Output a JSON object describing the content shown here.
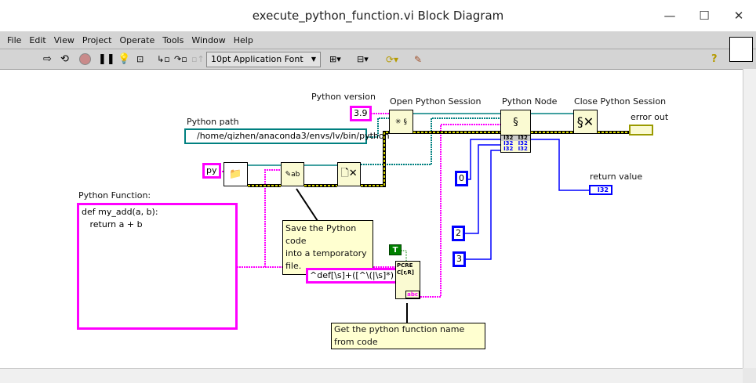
{
  "window": {
    "title": "execute_python_function.vi Block Diagram",
    "controls": [
      "—",
      "☐",
      "✕"
    ]
  },
  "menu": [
    "File",
    "Edit",
    "View",
    "Project",
    "Operate",
    "Tools",
    "Window",
    "Help"
  ],
  "toolbar": {
    "font": "10pt Application Font",
    "help": "?",
    "icons": [
      "run-arrow",
      "run-continuously",
      "abort",
      "pause",
      "highlight-execution",
      "retain-wire-values",
      "step-into",
      "step-over",
      "step-out",
      "align",
      "distribute",
      "reorder",
      "cleanup"
    ]
  },
  "diagram": {
    "python_version": {
      "label": "Python version",
      "value": "3.9"
    },
    "python_path": {
      "label": "Python path",
      "value": "/home/qizhen/anaconda3/envs/lv/bin/python"
    },
    "open_session": {
      "label": "Open Python Session"
    },
    "python_node": {
      "label": "Python Node",
      "types": [
        "I32",
        "I32",
        "I32",
        "I32",
        "I32",
        "I32"
      ]
    },
    "close_session": {
      "label": "Close Python Session"
    },
    "error_out": {
      "label": "error out"
    },
    "return_value": {
      "label": "return value",
      "type": "I32"
    },
    "extension": "py",
    "python_function": {
      "label": "Python Function:",
      "lines": [
        "def my_add(a, b):",
        "   return a + b"
      ]
    },
    "comment_save": [
      "Save the Python code",
      "into a temporatory file."
    ],
    "comment_regex": "Get the python function name from code",
    "regex": "^def[\\s]+([^\\(|\\s]*)",
    "bool_const": "T",
    "pcre": {
      "top": "PCRE",
      "sub": "C[r,R]",
      "out": "abc"
    },
    "numeric_constants": [
      "0",
      "2",
      "3"
    ],
    "colors": {
      "string_wire": "#ff00ff",
      "path_wire": "#008080",
      "numeric_wire": "#0000ff",
      "error_wire": "#9a9a00",
      "node_bg": "#fafad2"
    }
  }
}
